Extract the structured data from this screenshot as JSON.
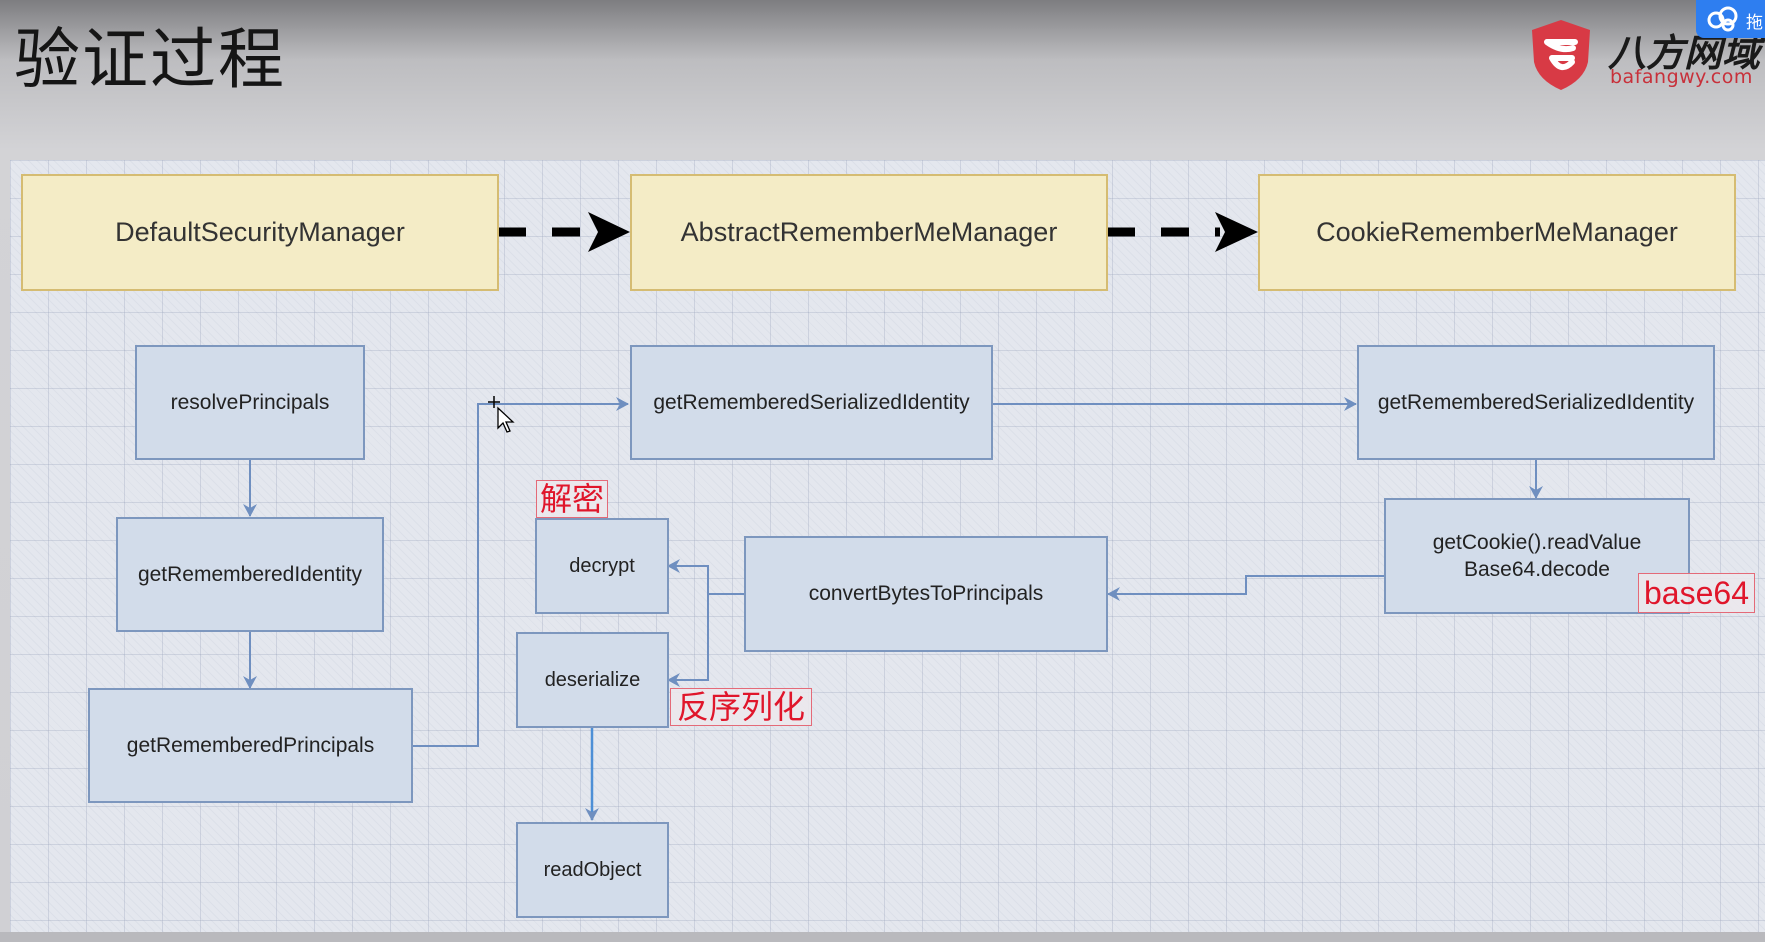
{
  "slide": {
    "title": "验证过程"
  },
  "logo": {
    "brand_cn": "八方网域",
    "url": "bafangwy.com"
  },
  "cloud_widget": {
    "label": "拖"
  },
  "diagram": {
    "classes": [
      "DefaultSecurityManager",
      "AbstractRememberMeManager",
      "CookieRememberMeManager"
    ],
    "methods": {
      "resolve_principals": "resolvePrincipals",
      "get_remembered_identity": "getRememberedIdentity",
      "get_remembered_principals": "getRememberedPrincipals",
      "get_serialized_identity_abstract": "getRememberedSerializedIdentity",
      "get_serialized_identity_cookie": "getRememberedSerializedIdentity",
      "cookie_read_line1": "getCookie().readValue",
      "cookie_read_line2": "Base64.decode",
      "convert_bytes": "convertBytesToPrincipals",
      "decrypt": "decrypt",
      "deserialize": "deserialize",
      "read_object": "readObject"
    },
    "annotations": {
      "decrypt_note": "解密",
      "deserialize_note": "反序列化",
      "base64_note": "base64"
    },
    "colors": {
      "class_fill": "#f4ecc6",
      "method_fill": "#d2dcea",
      "note_text": "#e0162b",
      "arrow": "#6f8fc0"
    }
  }
}
